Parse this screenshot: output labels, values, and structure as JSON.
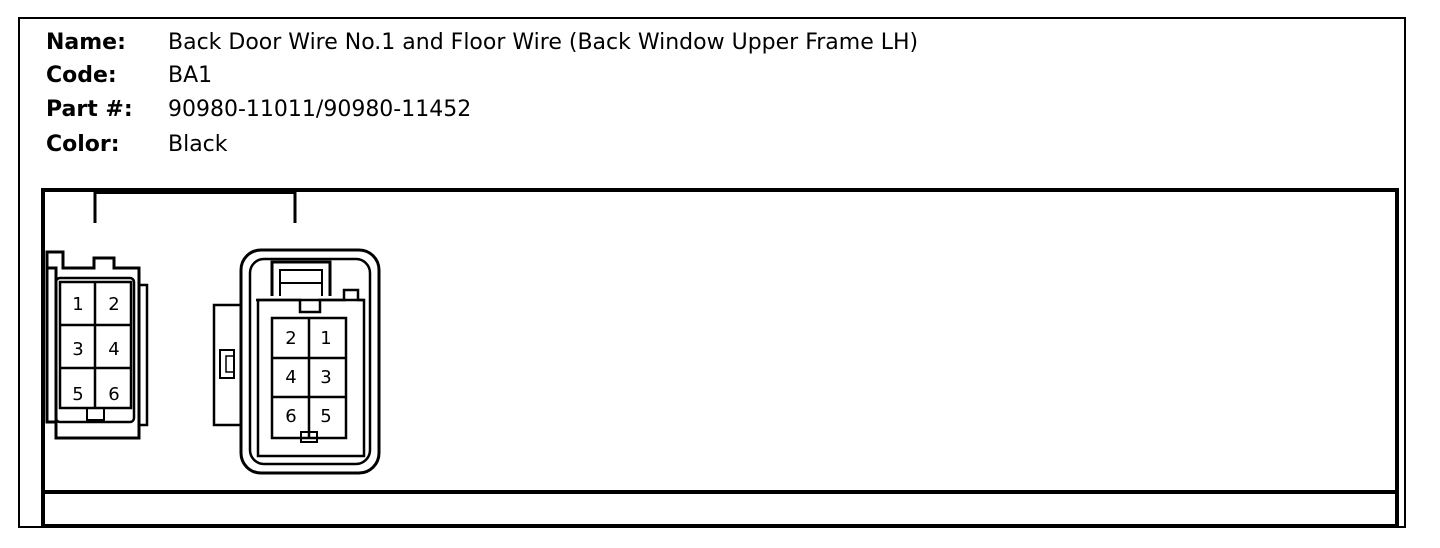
{
  "header": {
    "name_label": "Name:",
    "name_value": "Back Door Wire No.1 and Floor Wire (Back Window Upper Frame LH)",
    "code_label": "Code:",
    "code_value": "BA1",
    "part_label": "Part #:",
    "part_value": "90980-11011/90980-11452",
    "color_label": "Color:",
    "color_value": "Black"
  },
  "connectors": {
    "left": {
      "pins": [
        "1",
        "2",
        "3",
        "4",
        "5",
        "6"
      ]
    },
    "right": {
      "pins": [
        "2",
        "1",
        "4",
        "3",
        "6",
        "5"
      ]
    }
  }
}
